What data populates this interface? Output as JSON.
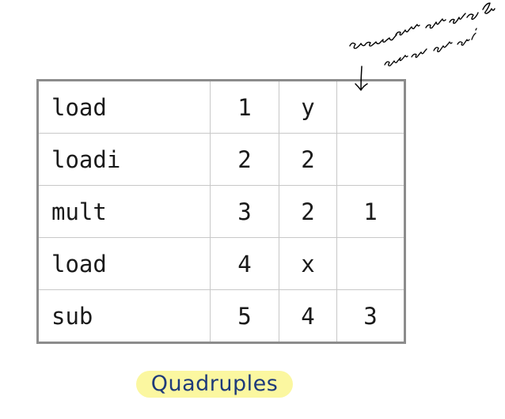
{
  "table": {
    "rows": [
      [
        "load",
        "1",
        "y",
        ""
      ],
      [
        "loadi",
        "2",
        "2",
        ""
      ],
      [
        "mult",
        "3",
        "2",
        "1"
      ],
      [
        "load",
        "4",
        "x",
        ""
      ],
      [
        "sub",
        "5",
        "4",
        "3"
      ]
    ]
  },
  "annotation": {
    "text": "arcus rami gei spaz unoti"
  },
  "caption": "Quadruples",
  "colors": {
    "table_border": "#8c8c8c",
    "cell_border": "#c8c8c8",
    "caption_highlight": "#fbf7a0",
    "caption_text": "#1e3a7a",
    "ink": "#000000"
  }
}
